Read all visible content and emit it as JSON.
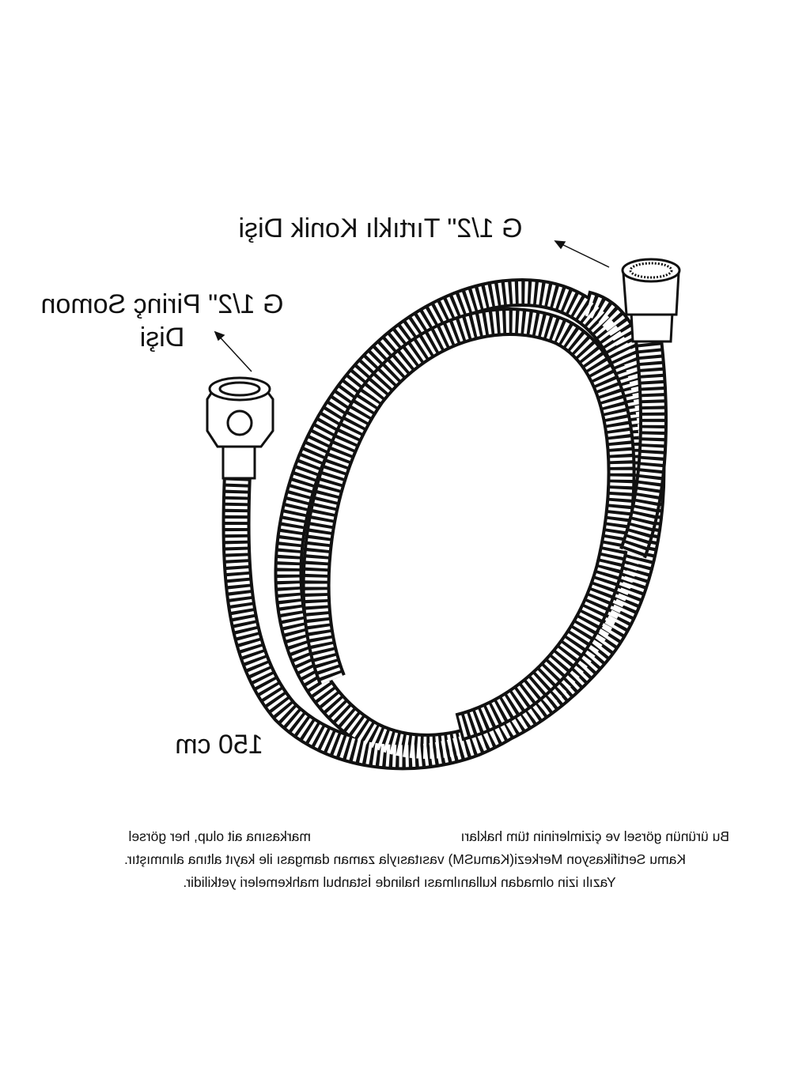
{
  "labels": {
    "right_fitting": "G 1/2\" Tırtıklı Konik Dişi",
    "left_fitting_line1": "G 1/2\" Pirinç Somon",
    "left_fitting_line2": "Dişi",
    "length": "150 cm"
  },
  "notice": {
    "line1_part1": "Bu ürünün görsel ve çizimlerinin tüm hakları",
    "line1_part2": "markasına ait olup, her görsel",
    "line2": "Kamu Sertifikasyon Merkezi(KamuSM) vasıtasıyla zaman damgası ile kayıt altına alınmıştır.",
    "line3": "Yazılı izin olmadan kullanılması halinde İstanbul mahkemeleri yetkilidir."
  }
}
